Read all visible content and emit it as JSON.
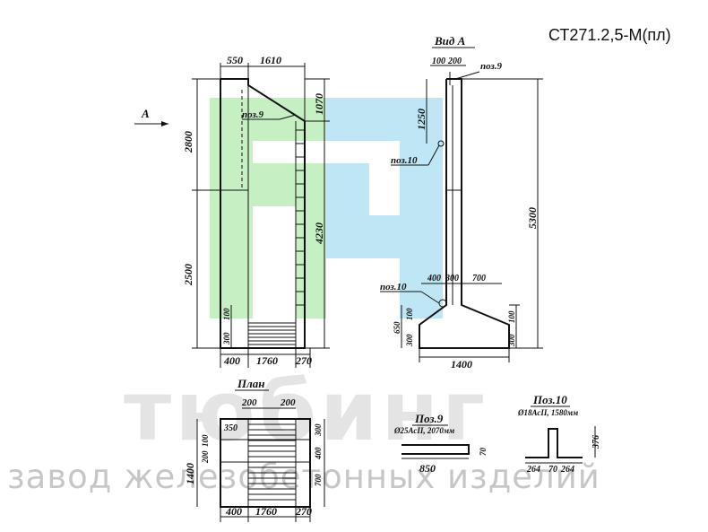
{
  "drawing": {
    "code": "СТ271.2,5-М(пл)",
    "view_a_label": "Вид А",
    "arrow_label": "А",
    "plan_label": "План",
    "poz9_label": "поз.9",
    "poz10_label": "поз.10",
    "poz10_label_2": "поз.10",
    "poz9_title": "Поз.9",
    "poz9_spec": "Ø25АсII, 2070мм",
    "poz10_title": "Поз.10",
    "poz10_spec": "Ø18АсII, 1580мм"
  },
  "side_view": {
    "top_dims": [
      "550",
      "1610"
    ],
    "left_dims": [
      "2800",
      "2500"
    ],
    "right_dims": [
      "1070",
      "4230"
    ],
    "inner_dims": [
      "100",
      "300"
    ],
    "bottom_dims": [
      "400",
      "1760",
      "270"
    ]
  },
  "view_a": {
    "top_dims": [
      "100",
      "200"
    ],
    "left_dims": [
      "1250",
      "650",
      "100",
      "300"
    ],
    "base_dims": [
      "400",
      "300",
      "700"
    ],
    "right_dims": [
      "100",
      "300"
    ],
    "height_dim": "5300",
    "width_dim": "1400"
  },
  "plan": {
    "top_dims": [
      "200",
      "200"
    ],
    "left_dims": [
      "1400",
      "350",
      "100",
      "200"
    ],
    "right_dims": [
      "300",
      "400",
      "700"
    ],
    "bottom_dims": [
      "400",
      "1760",
      "270"
    ]
  },
  "poz9_dims": [
    "850",
    "70"
  ],
  "poz10_dims": [
    "264",
    "70",
    "264",
    "376"
  ],
  "watermark": {
    "brand": "тюбинг",
    "tagline": "завод железобетонных изделий"
  },
  "colors": {
    "logo_green": "#c6f0c4",
    "logo_blue": "#bfe6f5"
  }
}
